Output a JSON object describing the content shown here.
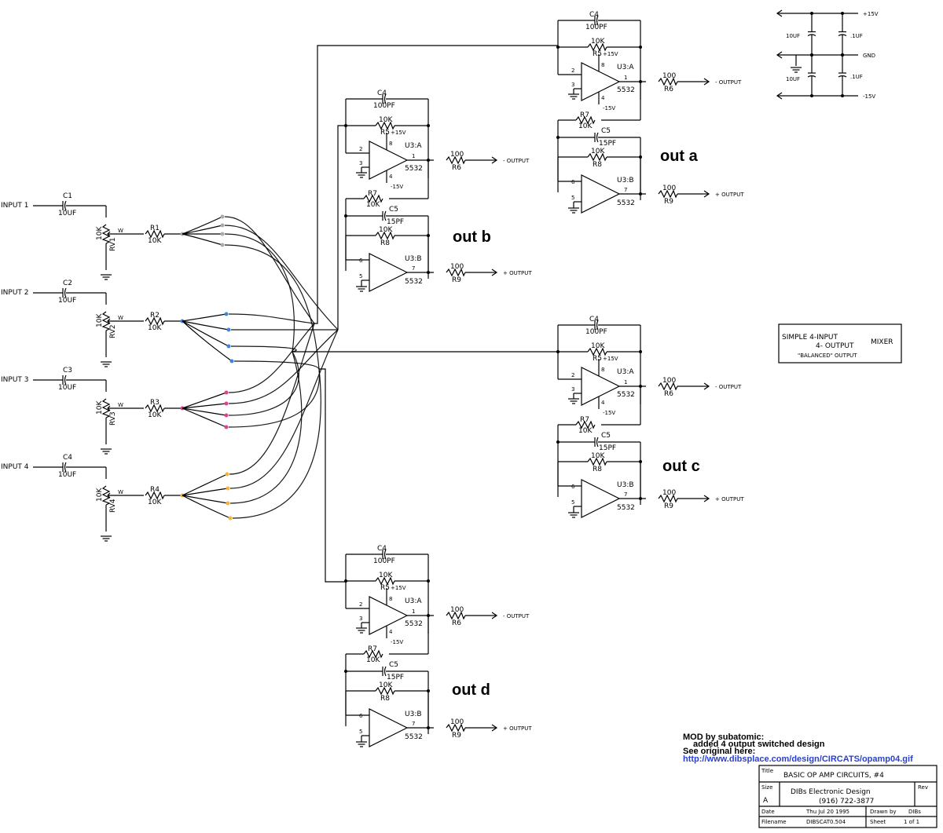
{
  "inputs": [
    {
      "label": "INPUT 1",
      "cap": "C1",
      "cap_val": "10UF",
      "pot": "RV1",
      "pot_val": "10K",
      "res": "R1",
      "res_val": "10K",
      "wiper": "W"
    },
    {
      "label": "INPUT 2",
      "cap": "C2",
      "cap_val": "10UF",
      "pot": "RV2",
      "pot_val": "10K",
      "res": "R2",
      "res_val": "10K",
      "wiper": "W"
    },
    {
      "label": "INPUT 3",
      "cap": "C3",
      "cap_val": "10UF",
      "pot": "RV3",
      "pot_val": "10K",
      "res": "R3",
      "res_val": "10K",
      "wiper": "W"
    },
    {
      "label": "INPUT 4",
      "cap": "C4",
      "cap_val": "10UF",
      "pot": "RV4",
      "pot_val": "10K",
      "res": "R4",
      "res_val": "10K",
      "wiper": "W"
    }
  ],
  "stage": {
    "c4": "C4",
    "c4_val": "100PF",
    "r5": "R5",
    "r5_val": "10K",
    "plus15": "+15V",
    "minus15": "-15V",
    "u3a": "U3:A",
    "u3b": "U3:B",
    "part": "5532",
    "r6": "R6",
    "r6_val": "100",
    "r7": "R7",
    "r7_val": "10K",
    "c5": "C5",
    "c5_val": "15PF",
    "r8": "R8",
    "r8_val": "10K",
    "r9": "R9",
    "r9_val": "100",
    "minus_output": "- OUTPUT",
    "plus_output": "+ OUTPUT",
    "pins": {
      "p2": "2",
      "p3": "3",
      "p8": "8",
      "p4": "4",
      "p1": "1",
      "p6": "6",
      "p5": "5",
      "p7": "7"
    }
  },
  "outputs": [
    "out a",
    "out b",
    "out c",
    "out d"
  ],
  "power": {
    "p15": "+15V",
    "gnd": "GND",
    "m15": "-15V",
    "c_big": "10UF",
    "c_small": ".1UF"
  },
  "mixer_box": {
    "line1": "SIMPLE 4-INPUT",
    "line2": "4- OUTPUT",
    "line3": "MIXER",
    "line4": "\"BALANCED\" OUTPUT"
  },
  "mod_note": {
    "line1": "MOD by subatomic:",
    "line2": "added 4 output switched design",
    "line3": "See original here:",
    "link": "http://www.dibsplace.com/design/CIRCATS/opamp04.gif"
  },
  "title_block": {
    "title_lbl": "Title",
    "title": "BASIC OP AMP CIRCUITS, #4",
    "size_lbl": "Size",
    "size": "A",
    "company": "DIBs Electronic Design",
    "phone": "(916) 722-3877",
    "rev_lbl": "Rev",
    "date_lbl": "Date",
    "date": "Thu Jul 20 1995",
    "drawn_lbl": "Drawn by",
    "drawn": "DIBs",
    "file_lbl": "Filename",
    "file": "DIBSCAT0.504",
    "sheet_lbl": "Sheet",
    "sheet": "1  of  1"
  },
  "colors": {
    "bus_a": "#aaaaaa",
    "bus_b": "#3a86e0",
    "bus_c": "#e0408f",
    "bus_d": "#f7b23a",
    "link": "#2a3fd0"
  }
}
